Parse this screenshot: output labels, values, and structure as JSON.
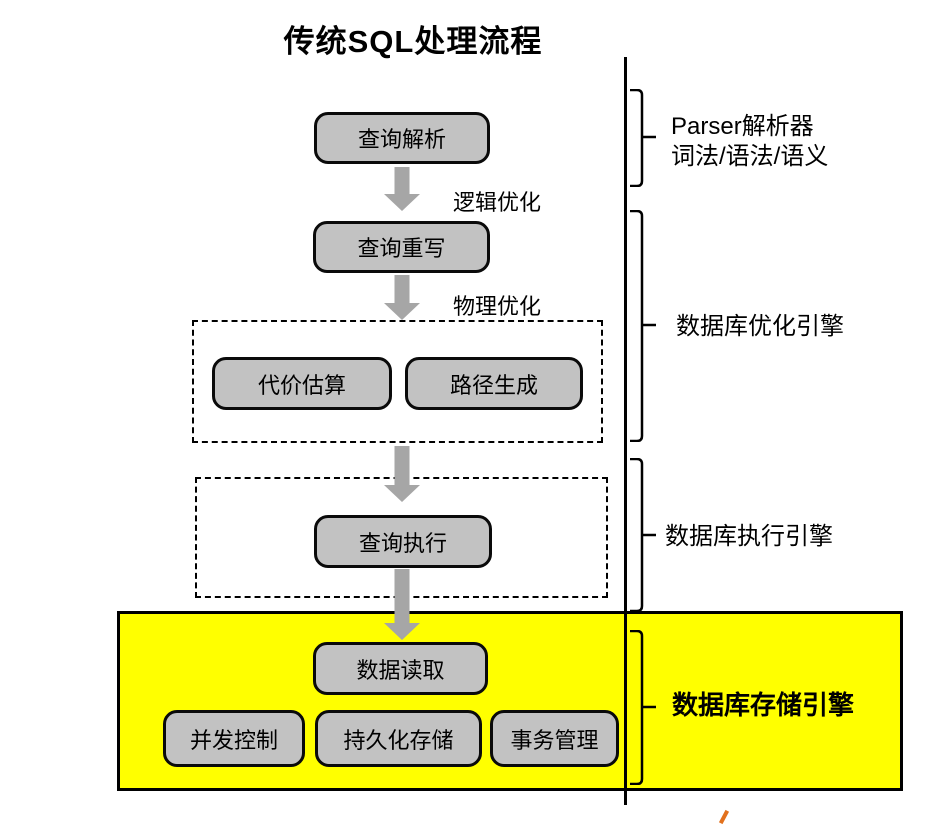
{
  "title": "传统SQL处理流程",
  "colors": {
    "box_fill": "#c2c2c2",
    "box_border": "#000000",
    "arrow_gray": "#a6a6a6",
    "storage_highlight": "#ffff00",
    "watermark_orange": "#e2711d"
  },
  "flow": {
    "parse_box": "查询解析",
    "rewrite_box": "查询重写",
    "cost_box": "代价估算",
    "path_box": "路径生成",
    "execute_box": "查询执行",
    "read_box": "数据读取",
    "concurrency_box": "并发控制",
    "persistence_box": "持久化存储",
    "transaction_box": "事务管理",
    "logical_opt_label": "逻辑优化",
    "physical_opt_label": "物理优化"
  },
  "annotations": {
    "parser_line1": "Parser解析器",
    "parser_line2": "词法/语法/语义",
    "optimizer": "数据库优化引擎",
    "executor": "数据库执行引擎",
    "storage": "数据库存储引擎"
  }
}
